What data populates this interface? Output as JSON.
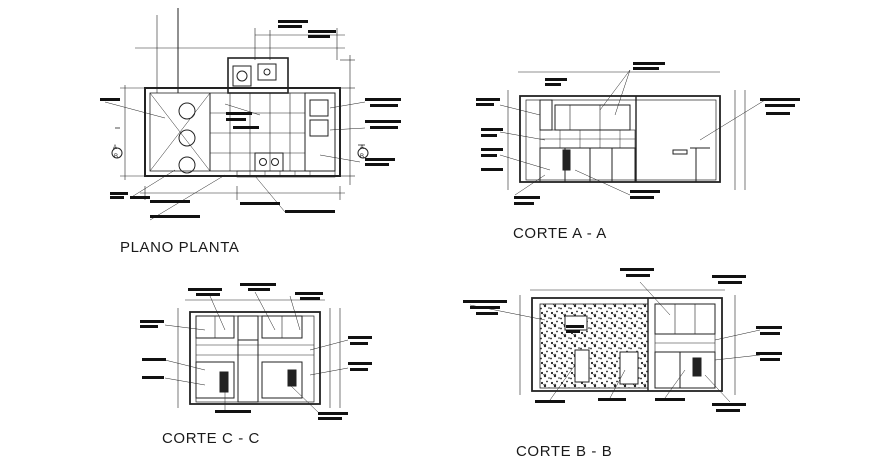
{
  "drawing": {
    "captions": {
      "plan": "PLANO PLANTA",
      "section_a": "CORTE A - A",
      "section_c": "CORTE C - C",
      "section_b": "CORTE B - B"
    },
    "section_markers": {
      "left": [
        "A",
        "B"
      ],
      "right": [
        "A",
        "B"
      ]
    }
  }
}
